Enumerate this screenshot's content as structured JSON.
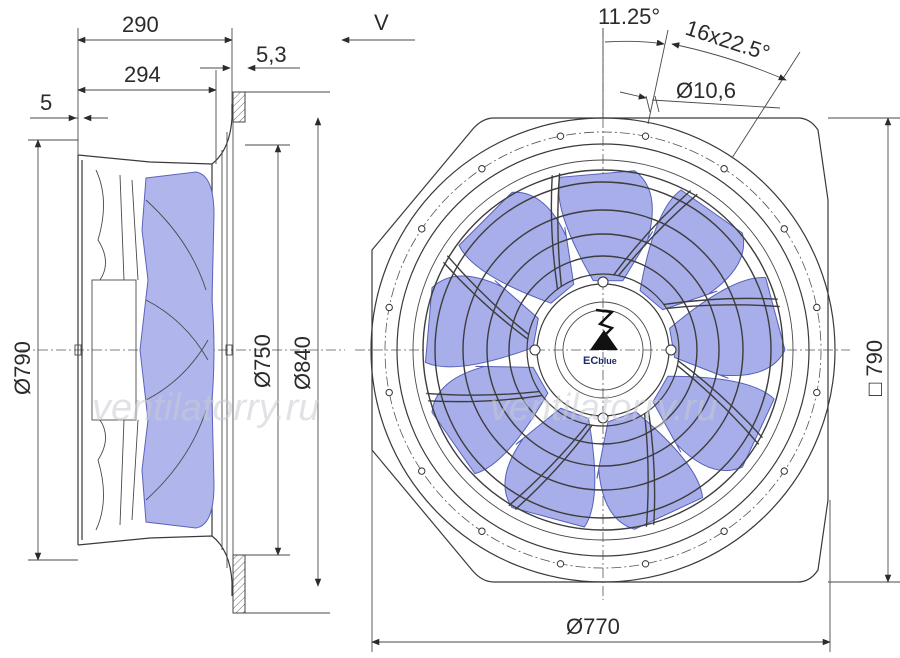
{
  "dimensions": {
    "width_290": "290",
    "width_294": "294",
    "flange_5_3": "5,3",
    "offset_5": "5",
    "dia_790_side": "Ø790",
    "dia_750": "Ø750",
    "dia_840": "Ø840",
    "angle_11_25": "11.25°",
    "angle_16x22_5": "16x22.5°",
    "hole_dia": "Ø10,6",
    "square_790": "□ 790",
    "dia_770": "Ø770"
  },
  "view_label": "V",
  "logo": {
    "ec": "EC",
    "blue": "blue"
  },
  "watermark": "ventilatorry.ru",
  "colors": {
    "blade": "#a7aee9",
    "blade_edge": "#5660b8",
    "line": "#3a3a3a"
  }
}
